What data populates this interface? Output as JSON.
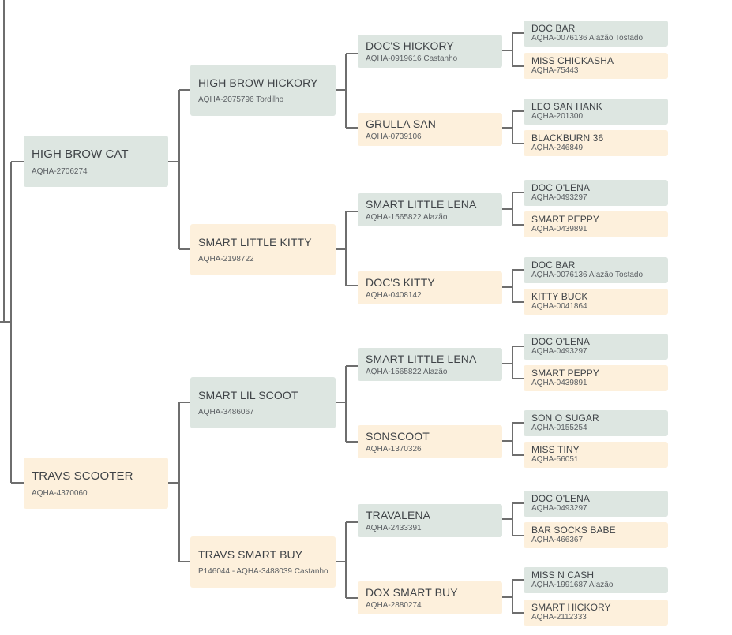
{
  "colors": {
    "male": "#dde6e1",
    "female": "#fdf0dc",
    "line": "#6e6e6e"
  },
  "pedigree": {
    "sire": {
      "name": "HIGH BROW CAT",
      "reg": "AQHA-2706274"
    },
    "dam": {
      "name": "TRAVS SCOOTER",
      "reg": "AQHA-4370060"
    },
    "gen2": [
      {
        "name": "HIGH BROW HICKORY",
        "reg": "AQHA-2075796 Tordilho"
      },
      {
        "name": "SMART LITTLE KITTY",
        "reg": "AQHA-2198722"
      },
      {
        "name": "SMART LIL SCOOT",
        "reg": "AQHA-3486067"
      },
      {
        "name": "TRAVS SMART BUY",
        "reg": "P146044 - AQHA-3488039 Castanho"
      }
    ],
    "gen3": [
      {
        "name": "DOC'S HICKORY",
        "reg": "AQHA-0919616 Castanho"
      },
      {
        "name": "GRULLA SAN",
        "reg": "AQHA-0739106"
      },
      {
        "name": "SMART LITTLE LENA",
        "reg": "AQHA-1565822 Alazão"
      },
      {
        "name": "DOC'S KITTY",
        "reg": "AQHA-0408142"
      },
      {
        "name": "SMART LITTLE LENA",
        "reg": "AQHA-1565822 Alazão"
      },
      {
        "name": "SONSCOOT",
        "reg": "AQHA-1370326"
      },
      {
        "name": "TRAVALENA",
        "reg": "AQHA-2433391"
      },
      {
        "name": "DOX SMART BUY",
        "reg": "AQHA-2880274"
      }
    ],
    "gen4": [
      {
        "name": "DOC BAR",
        "reg": "AQHA-0076136 Alazão Tostado"
      },
      {
        "name": "MISS CHICKASHA",
        "reg": "AQHA-75443"
      },
      {
        "name": "LEO SAN HANK",
        "reg": "AQHA-201300"
      },
      {
        "name": "BLACKBURN 36",
        "reg": "AQHA-246849"
      },
      {
        "name": "DOC O'LENA",
        "reg": "AQHA-0493297"
      },
      {
        "name": "SMART PEPPY",
        "reg": "AQHA-0439891"
      },
      {
        "name": "DOC BAR",
        "reg": "AQHA-0076136 Alazão Tostado"
      },
      {
        "name": "KITTY BUCK",
        "reg": "AQHA-0041864"
      },
      {
        "name": "DOC O'LENA",
        "reg": "AQHA-0493297"
      },
      {
        "name": "SMART PEPPY",
        "reg": "AQHA-0439891"
      },
      {
        "name": "SON O SUGAR",
        "reg": "AQHA-0155254"
      },
      {
        "name": "MISS TINY",
        "reg": "AQHA-56051"
      },
      {
        "name": "DOC O'LENA",
        "reg": "AQHA-0493297"
      },
      {
        "name": "BAR SOCKS BABE",
        "reg": "AQHA-466367"
      },
      {
        "name": "MISS N CASH",
        "reg": "AQHA-1991687 Alazão"
      },
      {
        "name": "SMART HICKORY",
        "reg": "AQHA-2112333"
      }
    ]
  }
}
